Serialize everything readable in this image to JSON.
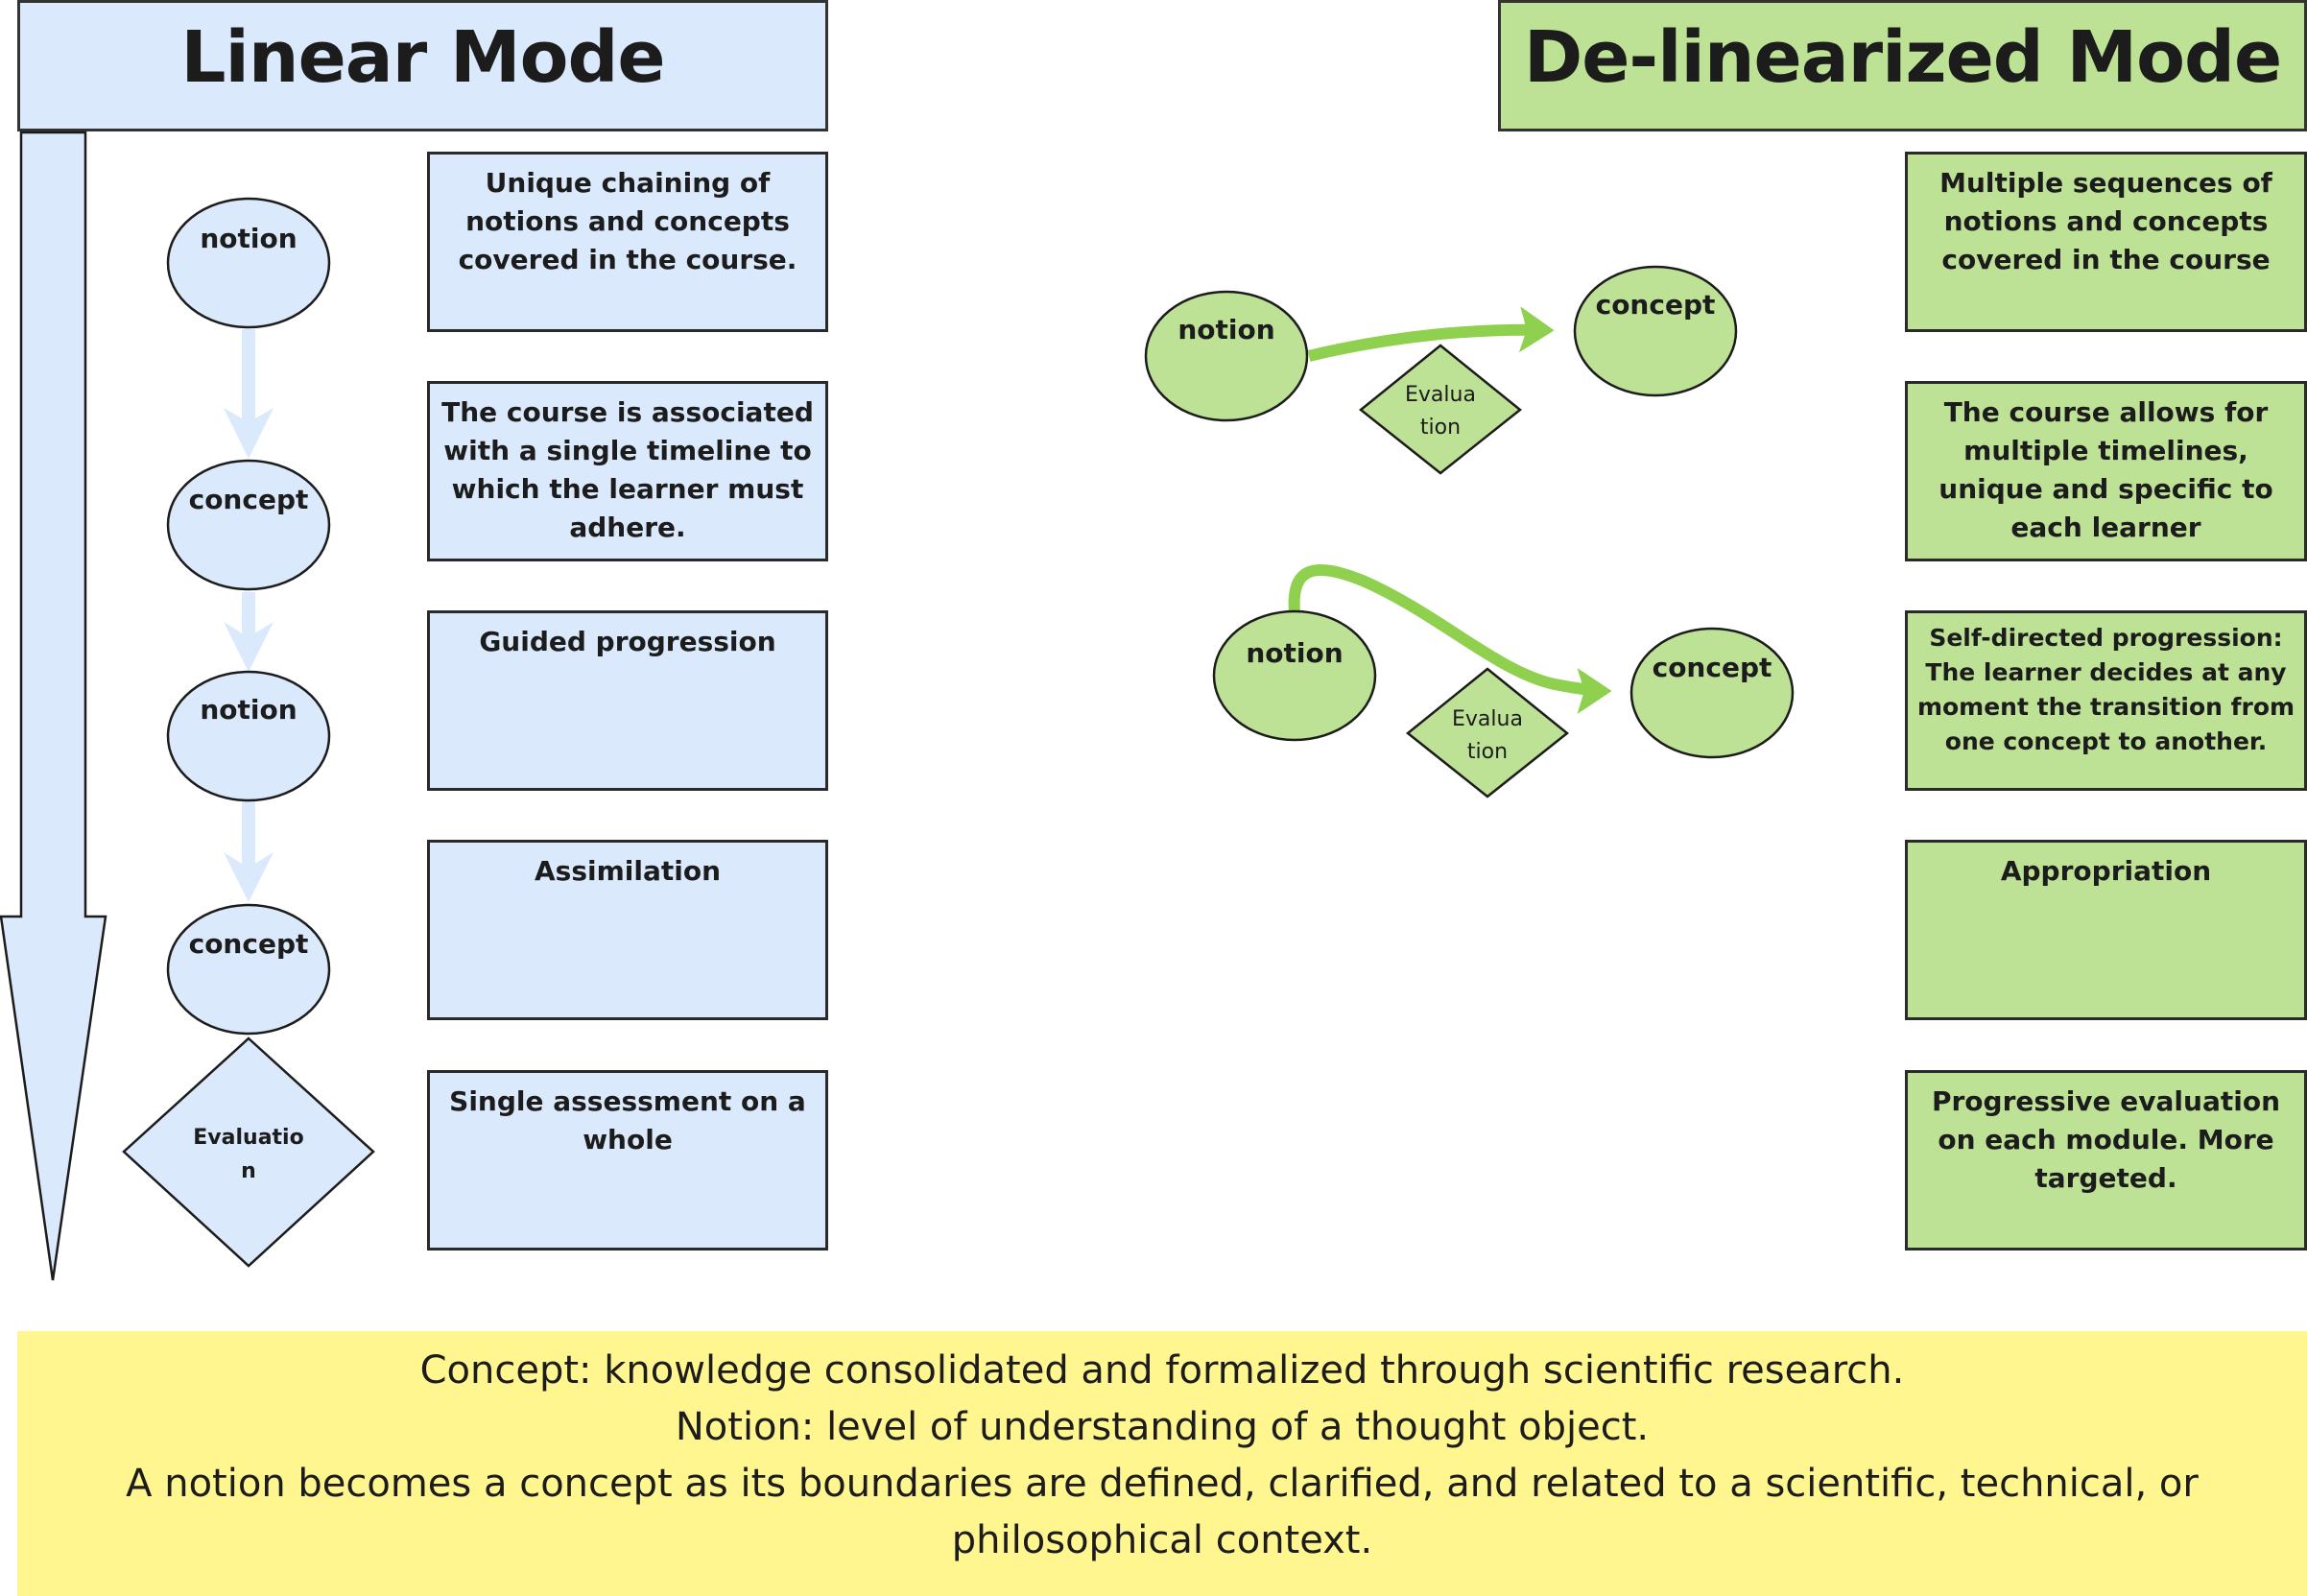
{
  "colors": {
    "linear_fill": "#dae9fc",
    "linear_arrow": "#dae9fc",
    "delinear_fill": "#bde295",
    "delinear_arrow": "#8fd14f",
    "footer_fill": "#fff68f",
    "stroke": "#1c1c1c"
  },
  "linear": {
    "title": "Linear Mode",
    "flow_nodes": [
      {
        "type": "ellipse",
        "label": "notion"
      },
      {
        "type": "ellipse",
        "label": "concept"
      },
      {
        "type": "ellipse",
        "label": "notion"
      },
      {
        "type": "ellipse",
        "label": "concept"
      },
      {
        "type": "diamond",
        "label_lines": [
          "Evaluatio",
          "n"
        ]
      }
    ],
    "descriptions": [
      "Unique chaining of notions and concepts covered in the course.",
      "The course is associated with a single timeline to which the learner must adhere.",
      "Guided progression",
      "Assimilation",
      "Single assessment on a whole"
    ]
  },
  "delinearized": {
    "title": "De-linearized Mode",
    "diagrams": [
      {
        "from": "notion",
        "to": "concept",
        "evaluation_lines": [
          "Evalua",
          "tion"
        ]
      },
      {
        "from": "notion",
        "to": "concept",
        "evaluation_lines": [
          "Evalua",
          "tion"
        ]
      }
    ],
    "descriptions": [
      "Multiple sequences of notions and concepts covered in the course",
      "The course allows for multiple timelines, unique and specific to each learner",
      "Self-directed progression: The learner decides at any moment the transition from one concept to another.",
      "Appropriation",
      "Progressive evaluation on each module. More targeted."
    ]
  },
  "definitions": [
    "Concept: knowledge consolidated and formalized through scientific research.",
    "Notion: level of understanding of a thought object.",
    "A notion becomes a concept as its boundaries are defined, clarified, and related to a scientific, technical, or philosophical context."
  ]
}
